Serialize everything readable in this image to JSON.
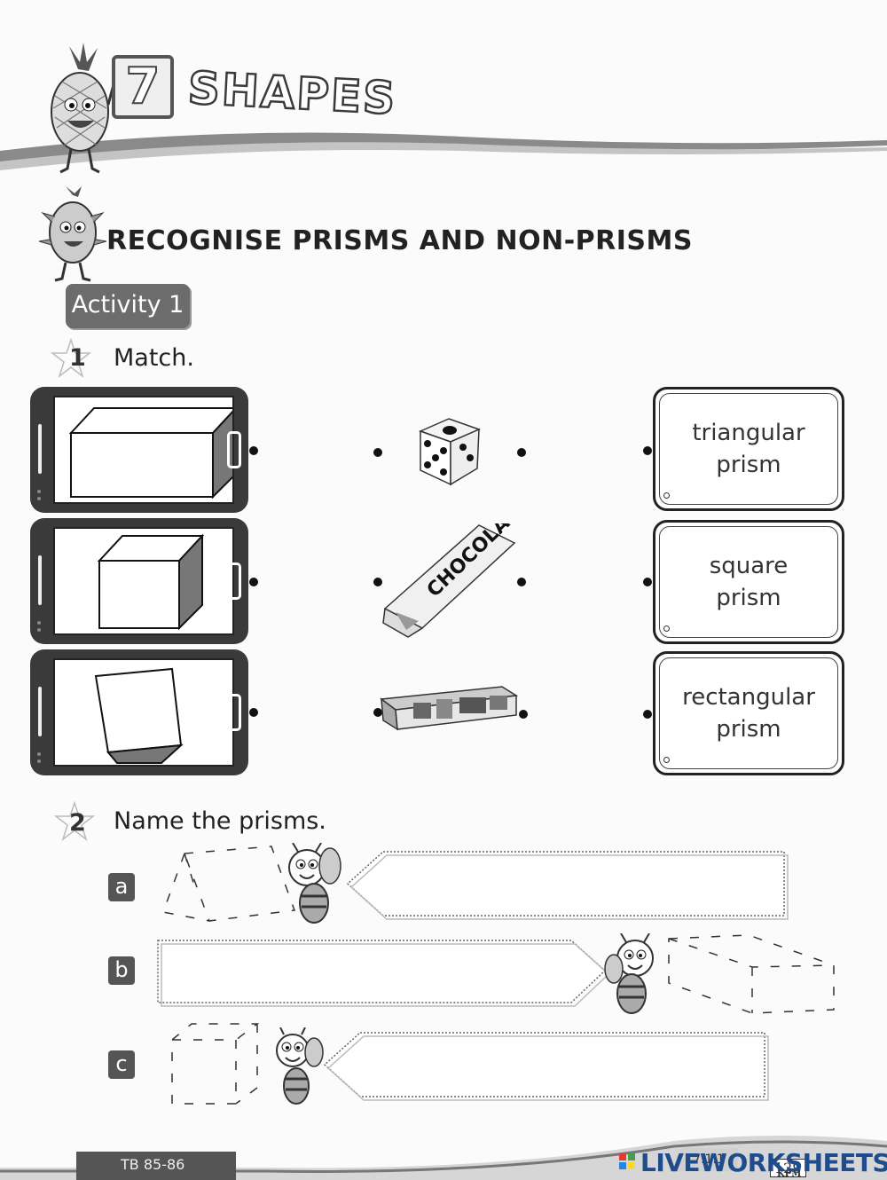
{
  "header": {
    "chapter_number": "7",
    "chapter_title": "SHAPES",
    "section_title": "RECOGNISE PRISMS AND NON-PRISMS",
    "activity_label": "Activity 1"
  },
  "question1": {
    "number": "1",
    "instruction": "Match.",
    "shapes": [
      {
        "icon": "rectangular-prism-drawing"
      },
      {
        "icon": "cube-drawing"
      },
      {
        "icon": "tilted-square-prism-drawing"
      }
    ],
    "objects": [
      {
        "icon": "dice-image"
      },
      {
        "icon": "chocolate-bar-image",
        "label": "CHOCOLATE"
      },
      {
        "icon": "pencil-box-image"
      }
    ],
    "answers": [
      {
        "line1": "triangular",
        "line2": "prism"
      },
      {
        "line1": "square",
        "line2": "prism"
      },
      {
        "line1": "rectangular",
        "line2": "prism"
      }
    ]
  },
  "question2": {
    "number": "2",
    "instruction": "Name the prisms.",
    "parts": [
      {
        "letter": "a",
        "answer": ""
      },
      {
        "letter": "b",
        "answer": ""
      },
      {
        "letter": "c",
        "answer": ""
      }
    ]
  },
  "footer": {
    "tb_ref": "TB 85-86",
    "code": "7.1.1",
    "page_number": "129",
    "publisher": "KPM",
    "brand": "LIVEWORKSHEETS"
  }
}
